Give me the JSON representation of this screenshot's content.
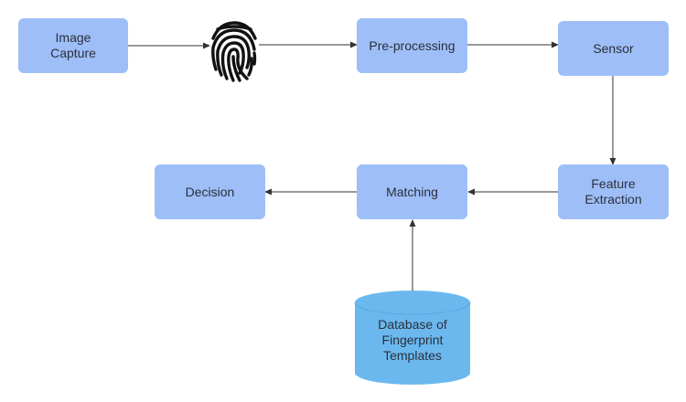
{
  "diagram": {
    "nodes": {
      "image_capture": "Image\nCapture",
      "preprocessing": "Pre-processing",
      "sensor": "Sensor",
      "feature_extraction": "Feature\nExtraction",
      "matching": "Matching",
      "decision": "Decision",
      "database": "Database of\nFingerprint\nTemplates"
    },
    "icons": {
      "fingerprint": "fingerprint-icon"
    },
    "colors": {
      "node_fill": "#9ebef8",
      "database_fill": "#6bb8ef",
      "edge": "#333333",
      "text": "#2b2f3a"
    }
  }
}
